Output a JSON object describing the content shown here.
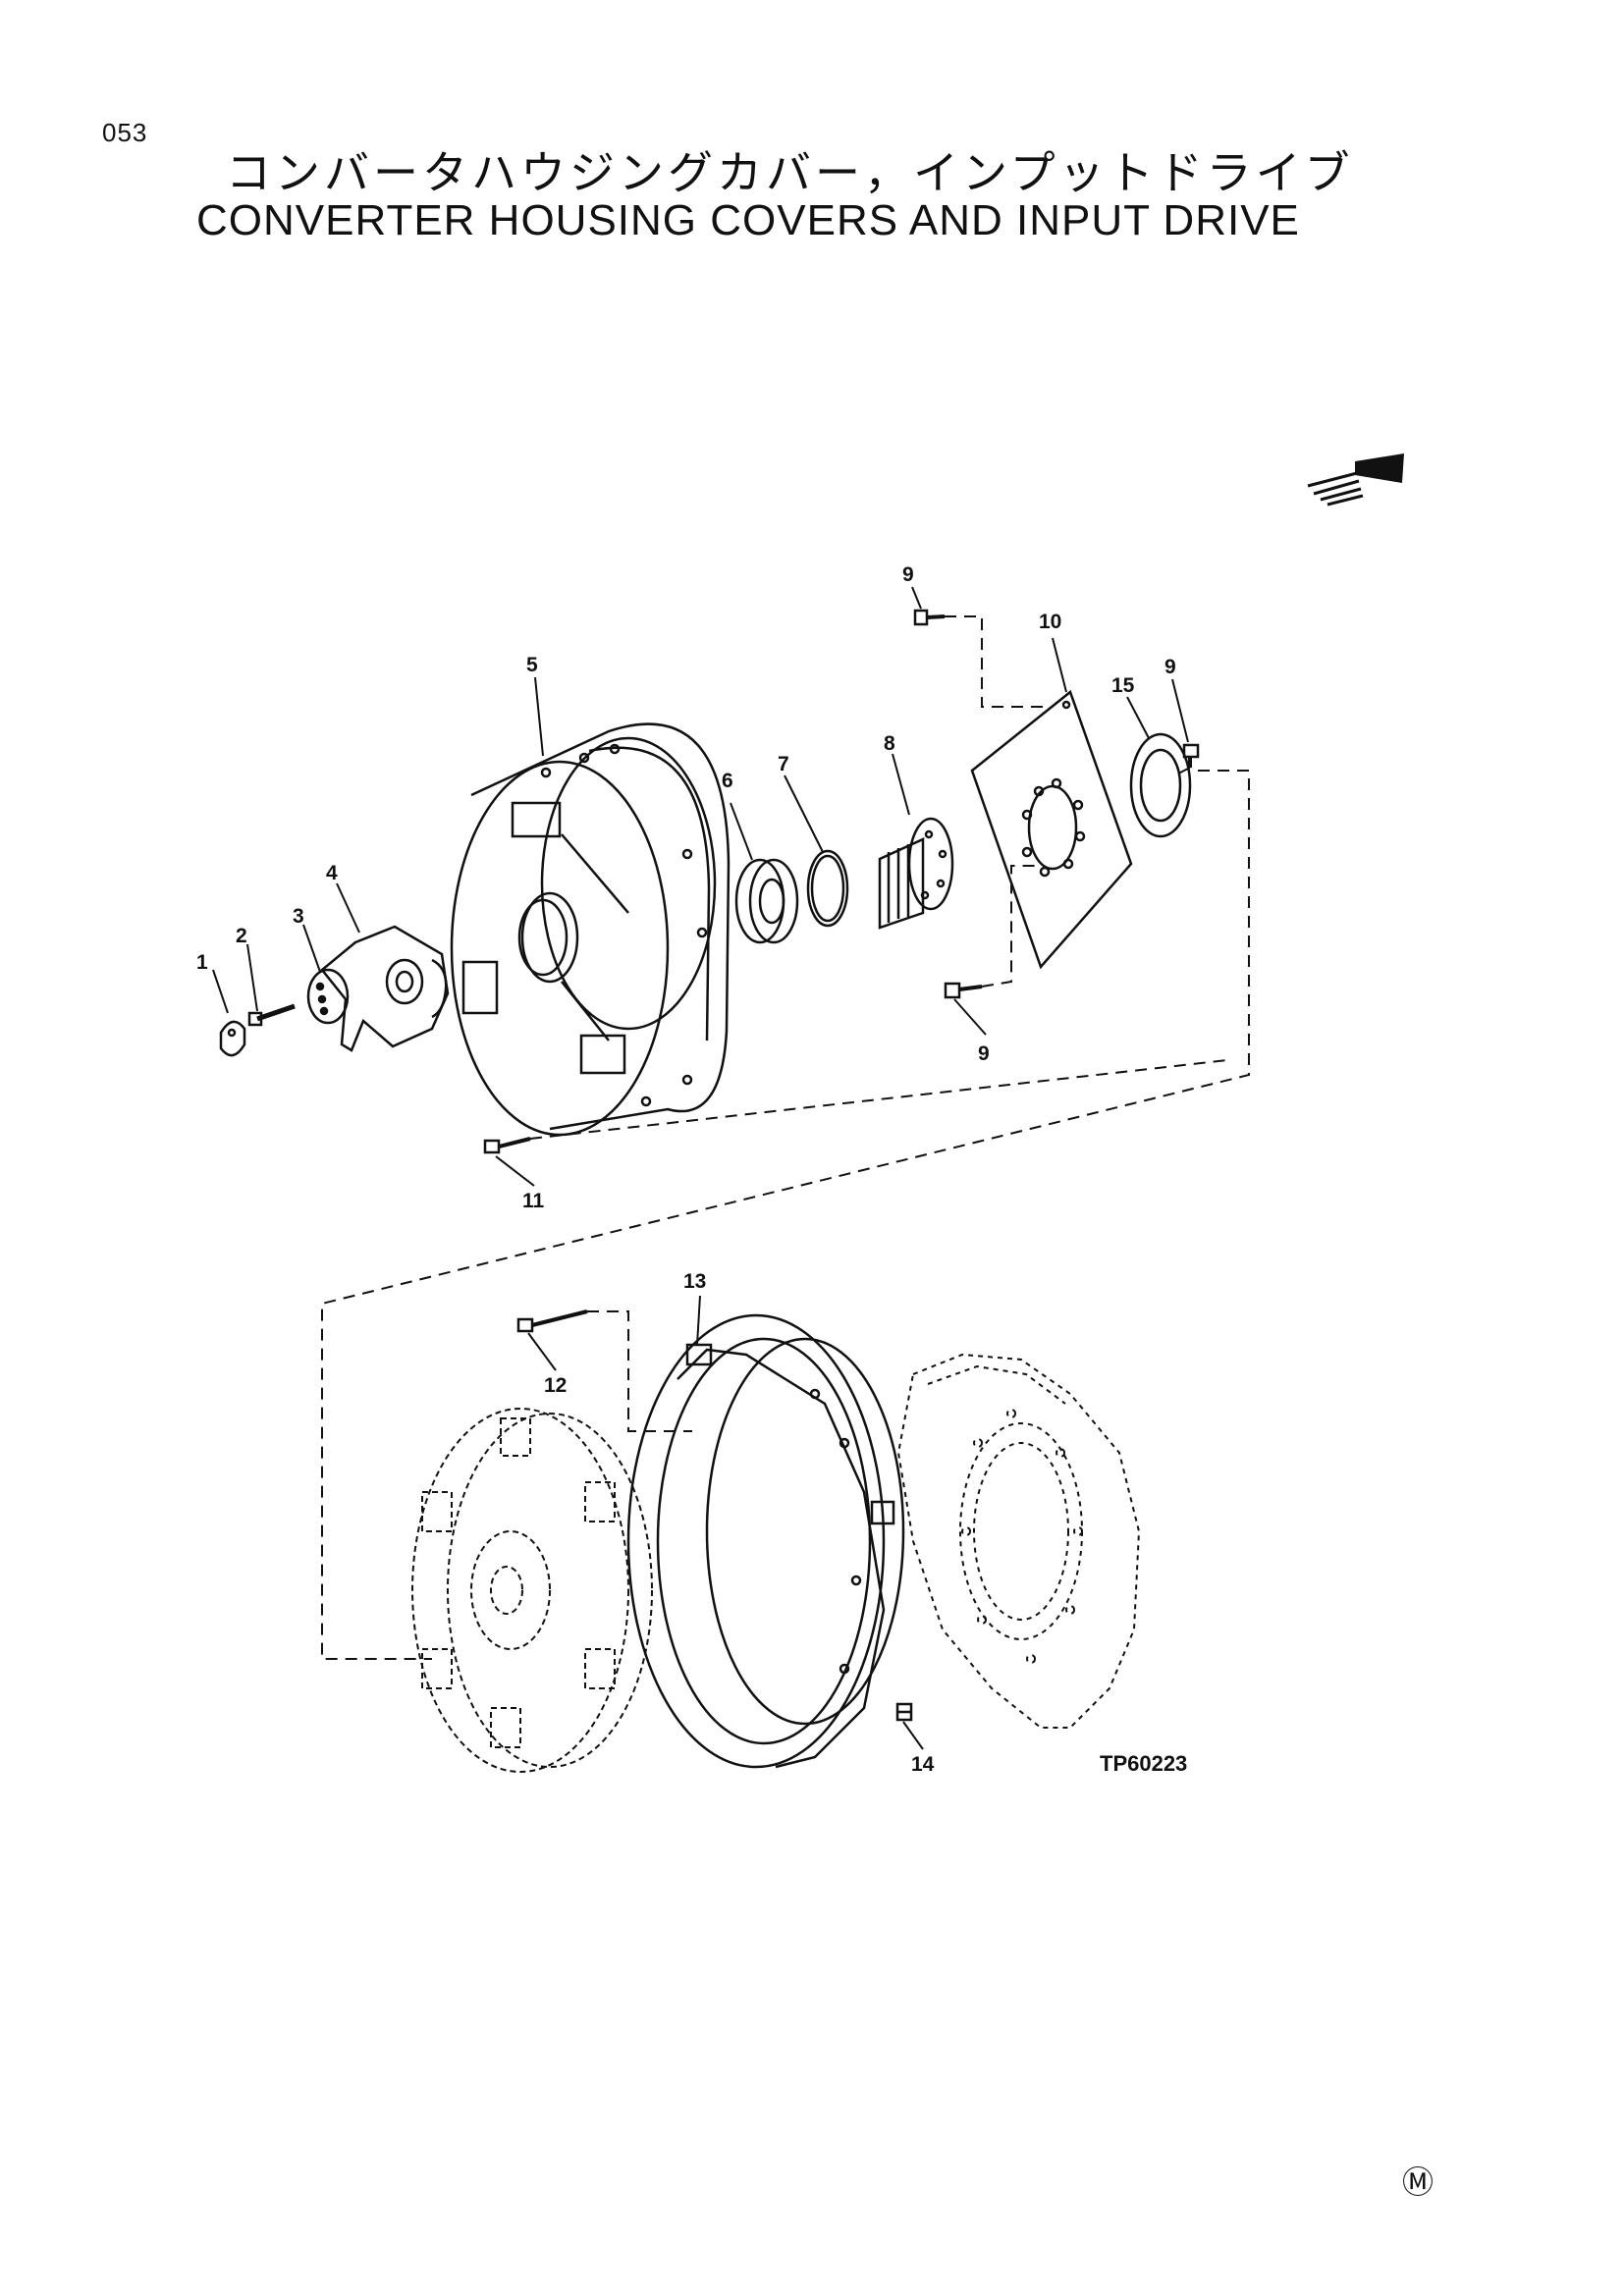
{
  "header": {
    "page_number": "053",
    "title_japanese": "コンバータハウジングカバー，インプットドライブ",
    "title_english": "CONVERTER HOUSING COVERS AND INPUT DRIVE"
  },
  "diagram": {
    "callouts": [
      "1",
      "2",
      "3",
      "4",
      "5",
      "6",
      "7",
      "8",
      "9",
      "9",
      "9",
      "10",
      "11",
      "12",
      "13",
      "14",
      "15"
    ],
    "figure_id": "TP60223",
    "direction_arrow_icon": "front-direction-arrow-icon"
  },
  "footer": {
    "mark": "Ⓜ"
  }
}
